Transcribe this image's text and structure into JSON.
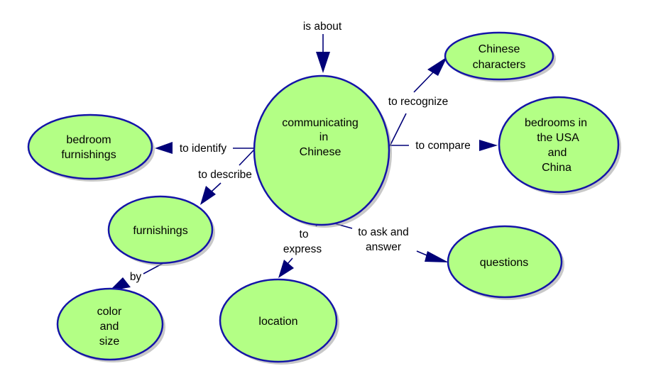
{
  "title": "Concept map: communicating in Chinese",
  "colors": {
    "node_fill": "#b3ff85",
    "node_stroke": "#1414a8",
    "link": "#000078",
    "text": "#000000"
  },
  "nodes": {
    "center": {
      "lines": [
        "communicating",
        "in",
        "Chinese"
      ]
    },
    "chinese_characters": {
      "lines": [
        "Chinese",
        "characters"
      ]
    },
    "bedrooms_usa_china": {
      "lines": [
        "bedrooms in",
        "the USA",
        "and",
        "China"
      ]
    },
    "bedroom_furnishings": {
      "lines": [
        "bedroom",
        "furnishings"
      ]
    },
    "furnishings": {
      "lines": [
        "furnishings"
      ]
    },
    "color_and_size": {
      "lines": [
        "color",
        "and",
        "size"
      ]
    },
    "location": {
      "lines": [
        "location"
      ]
    },
    "questions": {
      "lines": [
        "questions"
      ]
    }
  },
  "links": {
    "is_about": {
      "lines": [
        "is about"
      ],
      "from": "",
      "to": "center"
    },
    "to_recognize": {
      "lines": [
        "to recognize"
      ],
      "from": "center",
      "to": "chinese_characters"
    },
    "to_compare": {
      "lines": [
        "to compare"
      ],
      "from": "center",
      "to": "bedrooms_usa_china"
    },
    "to_identify": {
      "lines": [
        "to identify"
      ],
      "from": "center",
      "to": "bedroom_furnishings"
    },
    "to_describe": {
      "lines": [
        "to describe"
      ],
      "from": "center",
      "to": "furnishings"
    },
    "by": {
      "lines": [
        "by"
      ],
      "from": "furnishings",
      "to": "color_and_size"
    },
    "to_express": {
      "lines": [
        "to",
        "express"
      ],
      "from": "center",
      "to": "location"
    },
    "to_ask_and_answer": {
      "lines": [
        "to ask and",
        "answer"
      ],
      "from": "center",
      "to": "questions"
    }
  }
}
